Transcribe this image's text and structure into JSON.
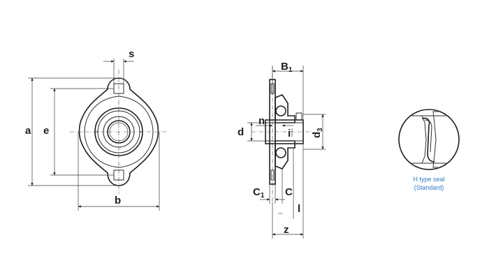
{
  "labels": {
    "s": "s",
    "a": "a",
    "e": "e",
    "b": "b",
    "B1_main": "B",
    "B1_sub": "1",
    "n": "n",
    "d": "d",
    "i": "i",
    "d3_main": "d",
    "d3_sub": "3",
    "C1_main": "C",
    "C1_sub": "1",
    "C": "C",
    "l": "l",
    "z": "z"
  },
  "seal_caption": {
    "line1": "H type seal",
    "line2": "(Standard)"
  },
  "colors": {
    "ink": "#1e1e1e",
    "caption": "#2b7bc4"
  }
}
